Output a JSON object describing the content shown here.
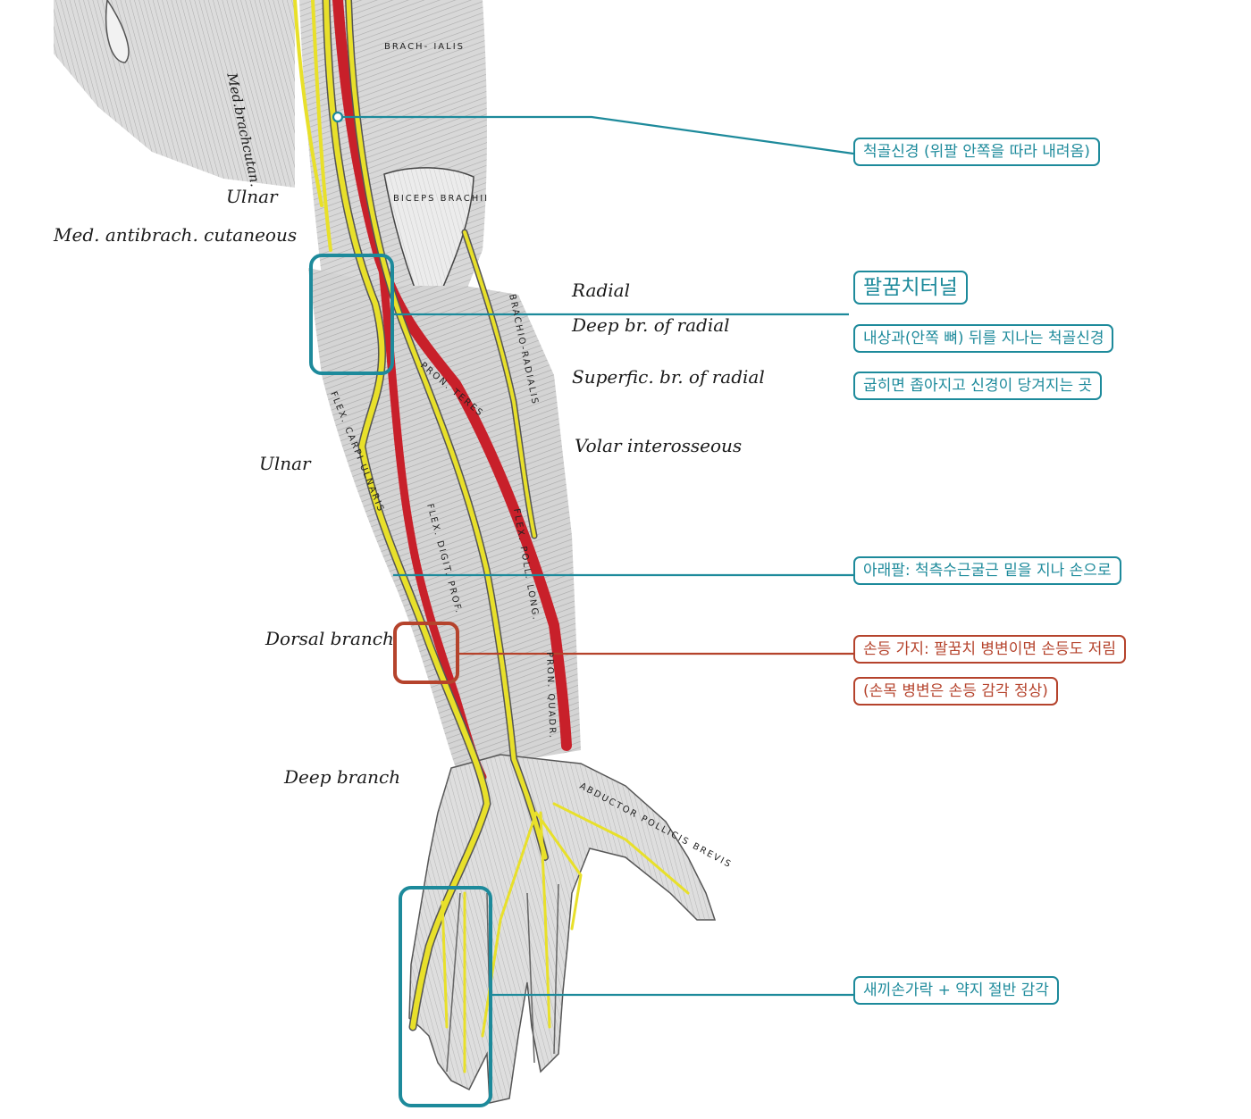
{
  "anatomy_labels": {
    "med_brach_cutaneous": "Med.brachcutan.",
    "ulnar_top": "Ulnar",
    "med_antibrach": "Med. antibrach. cutaneous",
    "radial": "Radial",
    "deep_br_radial": "Deep br. of radial",
    "superfic_br_radial": "Superfic. br. of radial",
    "volar_interosseous": "Volar interosseous",
    "ulnar_mid": "Ulnar",
    "dorsal_branch": "Dorsal branch",
    "deep_branch": "Deep branch",
    "brachialis": "BRACH- IALIS",
    "biceps": "BICEPS BRACHII",
    "pron_teres": "PRON. TERES",
    "brachio_radialis": "BRACHIO-RADIALIS",
    "flex_carpi_ulnaris": "FLEX. CARPI ULNARIS",
    "flex_digit_prof": "FLEX. DIGIT. PROF.",
    "flex_poll_long": "FLEX. POLL. LONG.",
    "pron_quadr": "PRON. QUADR.",
    "abductor": "ABDUCTOR POLLICIS BREVIS"
  },
  "callouts": {
    "ulnar_nerve": "척골신경 (위팔 안쪽을 따라 내려옴)",
    "cubital_title": "팔꿈치터널",
    "cubital_desc1": "내상과(안쪽 뼈) 뒤를 지나는 척골신경",
    "cubital_desc2": "굽히면 좁아지고 신경이 당겨지는 곳",
    "forearm": "아래팔: 척측수근굴근 밑을 지나 손으로",
    "dorsal1": "손등 가지: 팔꿈치 병변이면 손등도 저림",
    "dorsal2": "(손목 병변은 손등 감각 정상)",
    "fingers": "새끼손가락 + 약지 절반 감각"
  },
  "colors": {
    "teal": "#1d8a9b",
    "red": "#b5432c",
    "nerve": "#e8e02a",
    "artery": "#c8202a"
  }
}
